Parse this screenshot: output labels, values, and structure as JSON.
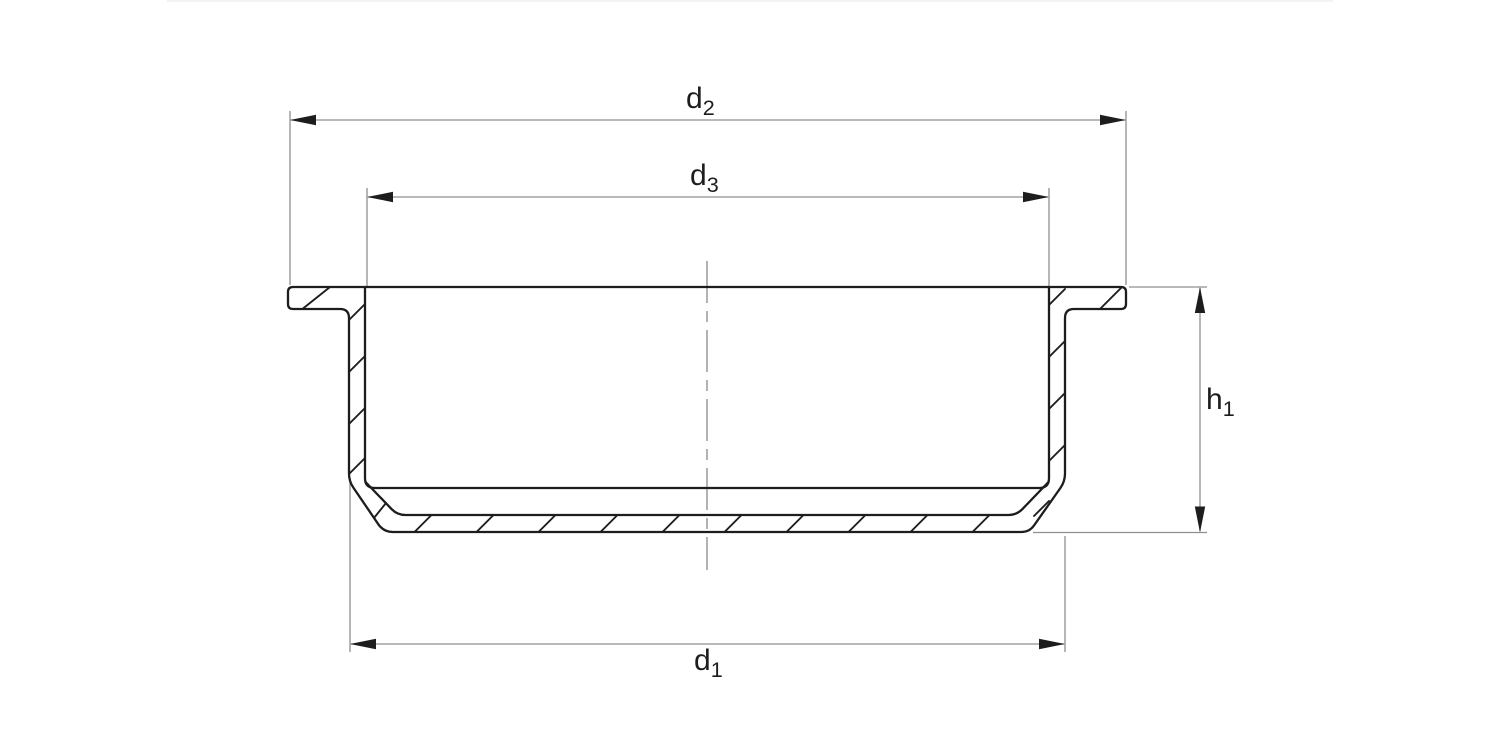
{
  "labels": {
    "d2": {
      "base": "d",
      "sub": "2"
    },
    "d3": {
      "base": "d",
      "sub": "3"
    },
    "d1": {
      "base": "d",
      "sub": "1"
    },
    "h1": {
      "base": "h",
      "sub": "1"
    }
  },
  "colors": {
    "background": "#ffffff",
    "part_outline": "#1d1d1b",
    "dimension_lines": "#8f8f8f",
    "centerline": "#a0a0a0",
    "text": "#1d1d1b",
    "card_top_border": "#f3f3f3"
  }
}
